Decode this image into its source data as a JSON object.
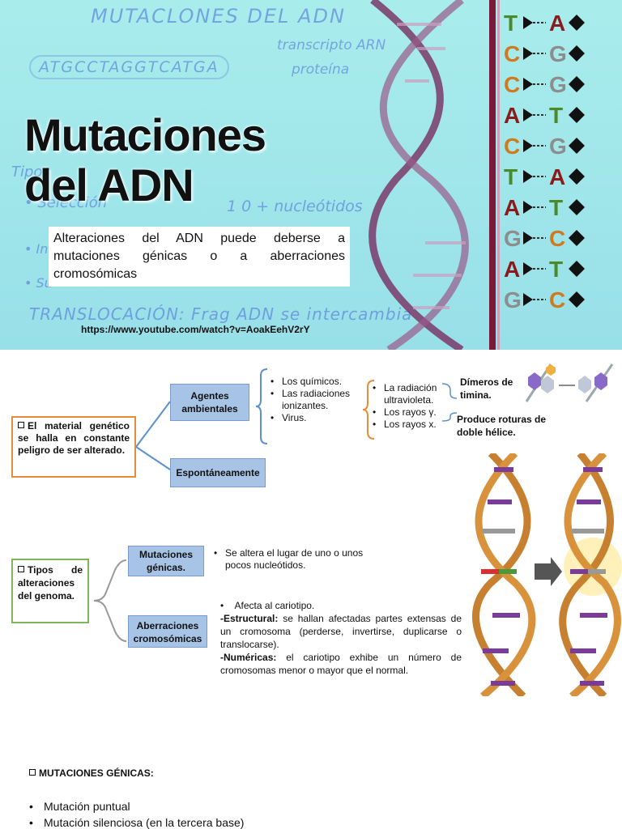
{
  "banner": {
    "handwriting": {
      "title": "MUTACLONES DEL ADN",
      "sequence": "ATGCCTAGGTCATGA",
      "transcripto": "transcripto ARN",
      "proteina": "proteína",
      "tipos": "Tipos",
      "seleccion": "• Selección",
      "nucleotidos": "1 0 + nucleótidos",
      "bullet_a": "• In",
      "bullet_b": "• Su",
      "translocacion": "TRANSLOCACIÓN: Frag ADN se intercambia"
    },
    "title_line1": "Mutaciones",
    "title_line2": "del ADN",
    "intro": "Alteraciones del ADN puede deberse a mutaciones génicas o a aberraciones cromosómicas",
    "link": "https://www.youtube.com/watch?v=AoakEehV2rY",
    "dna_pairs": [
      {
        "left": "T",
        "right": "A"
      },
      {
        "left": "C",
        "right": "G"
      },
      {
        "left": "C",
        "right": "G"
      },
      {
        "left": "A",
        "right": "T"
      },
      {
        "left": "C",
        "right": "G"
      },
      {
        "left": "T",
        "right": "A"
      },
      {
        "left": "A",
        "right": "T"
      },
      {
        "left": "G",
        "right": "C"
      },
      {
        "left": "A",
        "right": "T"
      },
      {
        "left": "G",
        "right": "C"
      }
    ],
    "base_colors": {
      "A": "#8b1a1a",
      "T": "#4a8a2a",
      "C": "#d07a20",
      "G": "#8d8d8d"
    }
  },
  "diagram1": {
    "material": "El material genético se halla en constante peligro de ser alterado.",
    "agentes": "Agentes ambientales",
    "espontaneamente": "Espontáneamente",
    "agent_list": [
      "Los químicos.",
      "Las radiaciones ionizantes.",
      "Virus."
    ],
    "radiation_list": [
      "La radiación ultravioleta.",
      "Los rayos γ.",
      "Los rayos x."
    ],
    "dimeros": "Dímeros de timina.",
    "roturas": "Produce roturas de doble hélice."
  },
  "diagram2": {
    "tipos": "Tipos de alteraciones del genoma.",
    "mutaciones_genicas": "Mutaciones génicas.",
    "aberraciones": "Aberraciones cromosómicas",
    "genicas_text": "Se altera el lugar de uno o unos pocos nucleótidos.",
    "aber_line1": "Afecta al cariotipo.",
    "estructural_label": "-Estructural:",
    "estructural_text": "se hallan afectadas partes extensas de un cromosoma (perderse, invertirse, duplicarse o translocarse).",
    "numericas_label": "-Numéricas:",
    "numericas_text": "el cariotipo exhibe un número de cromosomas menor o mayor que el normal."
  },
  "footer": {
    "section_title": "MUTACIONES GÉNICAS:",
    "items": [
      "Mutación puntual",
      "Mutación silenciosa (en la tercera base)"
    ]
  }
}
